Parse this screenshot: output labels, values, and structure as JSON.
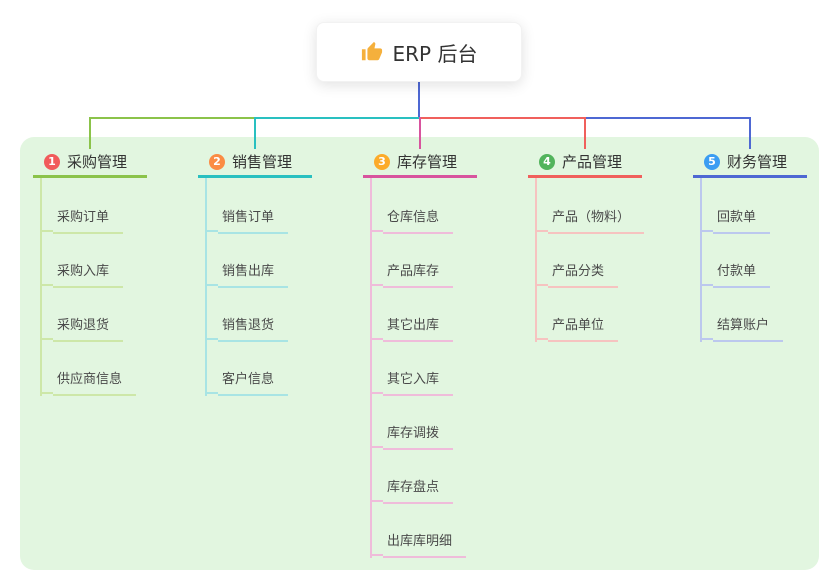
{
  "colors": {
    "canvas_background": "#ffffff",
    "background_panel": "#e2f6e0",
    "root_connector": "#4e68d3",
    "thumb_icon": "#f5b03c"
  },
  "root": {
    "label": "ERP 后台"
  },
  "branches": [
    {
      "number": "1",
      "label": "采购管理",
      "color": "#8bc34a",
      "light": "#cde7a8",
      "badge_color": "#f15b5b",
      "children": [
        "采购订单",
        "采购入库",
        "采购退货",
        "供应商信息"
      ]
    },
    {
      "number": "2",
      "label": "销售管理",
      "color": "#29c0c0",
      "light": "#a8e4e4",
      "badge_color": "#fb8c44",
      "children": [
        "销售订单",
        "销售出库",
        "销售退货",
        "客户信息"
      ]
    },
    {
      "number": "3",
      "label": "库存管理",
      "color": "#d8549e",
      "light": "#efbcda",
      "badge_color": "#fcab2a",
      "children": [
        "仓库信息",
        "产品库存",
        "其它出库",
        "其它入库",
        "库存调拨",
        "库存盘点",
        "出库库明细"
      ]
    },
    {
      "number": "4",
      "label": "产品管理",
      "color": "#f0605c",
      "light": "#f6c3c0",
      "badge_color": "#52b45c",
      "children": [
        "产品（物料）",
        "产品分类",
        "产品单位"
      ]
    },
    {
      "number": "5",
      "label": "财务管理",
      "color": "#4e68d3",
      "light": "#bcc8ee",
      "badge_color": "#3b9df2",
      "children": [
        "回款单",
        "付款单",
        "结算账户"
      ]
    }
  ]
}
